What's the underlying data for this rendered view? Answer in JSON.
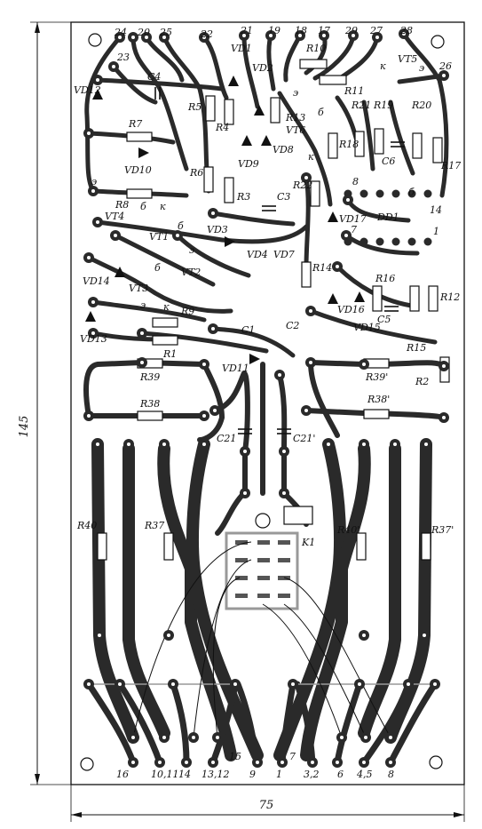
{
  "dimensions": {
    "height": "145",
    "width": "75"
  },
  "top_pins": [
    "24",
    "20",
    "25",
    "22",
    "21",
    "19",
    "18",
    "17",
    "29",
    "27",
    "28",
    "23",
    "26"
  ],
  "bottom_pins": [
    "16",
    "10,11",
    "14",
    "13,12",
    "15",
    "9",
    "1",
    "7",
    "3,2",
    "6",
    "4,5",
    "8"
  ],
  "components": {
    "diodes": [
      "VD12",
      "VD1",
      "VD2",
      "VD10",
      "VD9",
      "VD8",
      "VD3",
      "VD4",
      "VD7",
      "VD17",
      "VD14",
      "VD13",
      "VD16",
      "VD15",
      "VD11"
    ],
    "transistors": [
      "VT5",
      "VT6",
      "VT4",
      "VT1",
      "VT2",
      "VT3"
    ],
    "resistors": [
      "R10",
      "R11",
      "R5",
      "R13",
      "R21",
      "R19",
      "R20",
      "R7",
      "R4",
      "R18",
      "R17",
      "R6",
      "R3",
      "R22",
      "R8",
      "R14",
      "R16",
      "R12",
      "R9",
      "R1",
      "R15",
      "R39",
      "R39'",
      "R2",
      "R38",
      "R38'",
      "R40",
      "R37",
      "R40'",
      "R37'"
    ],
    "capacitors": [
      "C4",
      "C6",
      "C3",
      "C1",
      "C2",
      "C5",
      "C21",
      "C21'"
    ],
    "ic": "DD1",
    "relay": "K1"
  },
  "pin_letters": [
    "э",
    "б",
    "к"
  ],
  "ic_pins": [
    "8",
    "14",
    "7",
    "1"
  ]
}
